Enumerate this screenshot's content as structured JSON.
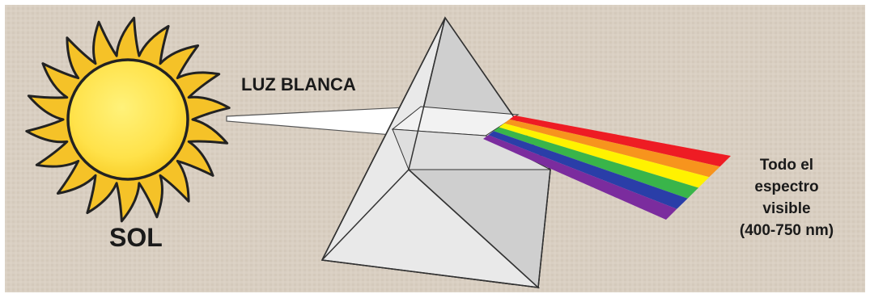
{
  "labels": {
    "luz_blanca": "LUZ BLANCA",
    "sol": "SOL",
    "spectrum": [
      "Todo el",
      "espectro",
      "visible",
      "(400-750 nm)"
    ]
  },
  "colors": {
    "background": "#d9cfc2",
    "sun_fill": "#ffe24a",
    "sun_rays": "#f5c228",
    "outline": "#222222",
    "prism_light": "#f4f4f4",
    "prism_mid": "#e4e4e4",
    "prism_dark": "#c9c9c9",
    "spectrum_bands": [
      "#ee1c24",
      "#f7941d",
      "#fff200",
      "#39b54a",
      "#2a3ea8",
      "#7b2c9e"
    ]
  },
  "icons": {
    "sun": "sun-icon",
    "prism": "pyramid-prism"
  }
}
